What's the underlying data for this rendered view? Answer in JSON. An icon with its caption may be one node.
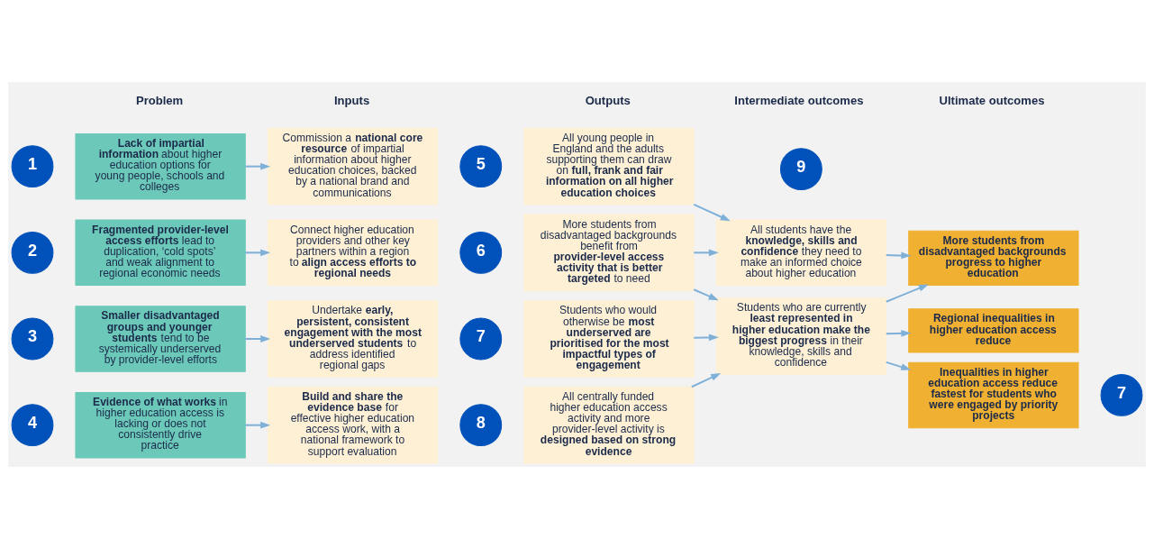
{
  "diagram": {
    "nodes": [
      {
        "text": [
          "1"
        ]
      },
      {
        "text": [
          "**Lack of impartial information** about higher education options for young people, schools and colleges"
        ]
      },
      {
        "text": [
          "Commission a **national core resource** of impartial information about higher education choices, backed by a national brand and communications"
        ]
      },
      {
        "text": [
          "5"
        ]
      },
      {
        "text": [
          "All young people in England and the adults supporting them can draw on **full, frank and fair information on all higher education choices**"
        ]
      },
      {
        "text": [
          "All students have the **knowledge, skills and confidence** they need to make an informed choice about higher education"
        ]
      },
      {
        "text": [
          "More students from disadvantaged backgrounds progress to higher education"
        ]
      },
      {
        "text": [
          "2"
        ]
      },
      {
        "text": [
          "**Fragmented provider-level access efforts** lead to duplication, ‘cold spots’ and weak alignment to regional economic needs"
        ]
      },
      {
        "text": [
          "Connect higher education providers and other key partners within a region to **align access efforts to regional needs**"
        ]
      },
      {
        "text": [
          "6"
        ]
      },
      {
        "text": [
          "More students from disadvantaged backgrounds benefit from **provider-level access activity that is better targeted** to need"
        ]
      },
      {
        "text": [
          "9"
        ]
      },
      {
        "text": [
          "Regional inequalities in higher education access reduce"
        ]
      },
      {
        "text": [
          "3"
        ]
      },
      {
        "text": [
          "**Smaller disadvantaged groups and younger students** tend to be systemically underserved by provider-level efforts"
        ]
      },
      {
        "text": [
          "Undertake **early, persistent, consistent engagement with the most underserved students** to address identified regional gaps"
        ]
      },
      {
        "text": [
          "7"
        ]
      },
      {
        "text": [
          "Students who would otherwise be **most underserved are prioritised for the most impactful types of engagement**"
        ]
      },
      {
        "text": [
          "Students who are currently **least represented in higher education make the biggest progress** in their knowledge, skills and confidence"
        ]
      },
      {
        "text": [
          "Inequalities in higher education access reduce fastest for students who were engaged by priority projects"
        ]
      },
      {
        "text": [
          "7"
        ]
      },
      {
        "text": [
          "4"
        ]
      },
      {
        "text": [
          "**Evidence of what works** in higher education access is lacking or does not consistently drive practice"
        ]
      },
      {
        "text": [
          "**Build and share the evidence base** for effective higher education access work, with a national framework to support evaluation"
        ]
      },
      {
        "text": [
          "8"
        ]
      },
      {
        "text": [
          "All centrally funded higher education access activity and more provider-level activity is **designed based on strong evidence**"
        ]
      }
    ],
    "edges": [
      {
        "from": 1,
        "to": 2,
        "arrow": "to"
      },
      {
        "from": 8,
        "to": 9,
        "arrow": "to"
      },
      {
        "from": 15,
        "to": 16,
        "arrow": "to"
      },
      {
        "from": 23,
        "to": 24,
        "arrow": "to"
      },
      {
        "from": 4,
        "to": 5,
        "arrow": "to"
      },
      {
        "from": 11,
        "to": 5,
        "arrow": "to"
      },
      {
        "from": 11,
        "to": 19,
        "arrow": "to"
      },
      {
        "from": 18,
        "to": 19,
        "arrow": "to"
      },
      {
        "from": 26,
        "to": 19,
        "arrow": "to"
      },
      {
        "from": 5,
        "to": 6,
        "arrow": "to"
      },
      {
        "from": 19,
        "to": 6,
        "arrow": "to"
      },
      {
        "from": 19,
        "to": 13,
        "arrow": "to"
      },
      {
        "from": 19,
        "to": 20,
        "arrow": "to"
      }
    ],
    "labels": [
      "Problem",
      "Inputs",
      "Outputs",
      "Intermediate outcomes",
      "Ultimate outcomes"
    ]
  }
}
